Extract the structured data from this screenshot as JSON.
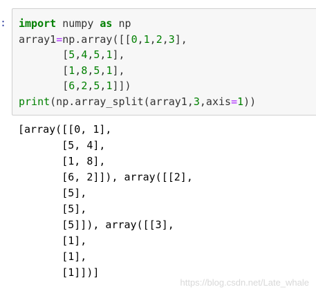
{
  "cell": {
    "prompt": ":",
    "code_lines": [
      [
        {
          "t": "import",
          "c": "kw"
        },
        {
          "t": " numpy ",
          "c": ""
        },
        {
          "t": "as",
          "c": "kw"
        },
        {
          "t": " np",
          "c": ""
        }
      ],
      [
        {
          "t": "array1",
          "c": ""
        },
        {
          "t": "=",
          "c": "op"
        },
        {
          "t": "np.array([[",
          "c": ""
        },
        {
          "t": "0",
          "c": "num"
        },
        {
          "t": ",",
          "c": ""
        },
        {
          "t": "1",
          "c": "num"
        },
        {
          "t": ",",
          "c": ""
        },
        {
          "t": "2",
          "c": "num"
        },
        {
          "t": ",",
          "c": ""
        },
        {
          "t": "3",
          "c": "num"
        },
        {
          "t": "],",
          "c": ""
        }
      ],
      [
        {
          "t": "       [",
          "c": ""
        },
        {
          "t": "5",
          "c": "num"
        },
        {
          "t": ",",
          "c": ""
        },
        {
          "t": "4",
          "c": "num"
        },
        {
          "t": ",",
          "c": ""
        },
        {
          "t": "5",
          "c": "num"
        },
        {
          "t": ",",
          "c": ""
        },
        {
          "t": "1",
          "c": "num"
        },
        {
          "t": "],",
          "c": ""
        }
      ],
      [
        {
          "t": "       [",
          "c": ""
        },
        {
          "t": "1",
          "c": "num"
        },
        {
          "t": ",",
          "c": ""
        },
        {
          "t": "8",
          "c": "num"
        },
        {
          "t": ",",
          "c": ""
        },
        {
          "t": "5",
          "c": "num"
        },
        {
          "t": ",",
          "c": ""
        },
        {
          "t": "1",
          "c": "num"
        },
        {
          "t": "],",
          "c": ""
        }
      ],
      [
        {
          "t": "       [",
          "c": ""
        },
        {
          "t": "6",
          "c": "num"
        },
        {
          "t": ",",
          "c": ""
        },
        {
          "t": "2",
          "c": "num"
        },
        {
          "t": ",",
          "c": ""
        },
        {
          "t": "5",
          "c": "num"
        },
        {
          "t": ",",
          "c": ""
        },
        {
          "t": "1",
          "c": "num"
        },
        {
          "t": "]])",
          "c": ""
        }
      ],
      [
        {
          "t": "print",
          "c": "bi"
        },
        {
          "t": "(np.array_split(array1,",
          "c": ""
        },
        {
          "t": "3",
          "c": "num"
        },
        {
          "t": ",axis",
          "c": ""
        },
        {
          "t": "=",
          "c": "op"
        },
        {
          "t": "1",
          "c": "num"
        },
        {
          "t": "))",
          "c": ""
        }
      ]
    ]
  },
  "output_lines": [
    "[array([[0, 1],",
    "       [5, 4],",
    "       [1, 8],",
    "       [6, 2]]), array([[2],",
    "       [5],",
    "       [5],",
    "       [5]]), array([[3],",
    "       [1],",
    "       [1],",
    "       [1]])]"
  ],
  "watermark": "https://blog.csdn.net/Late_whale"
}
